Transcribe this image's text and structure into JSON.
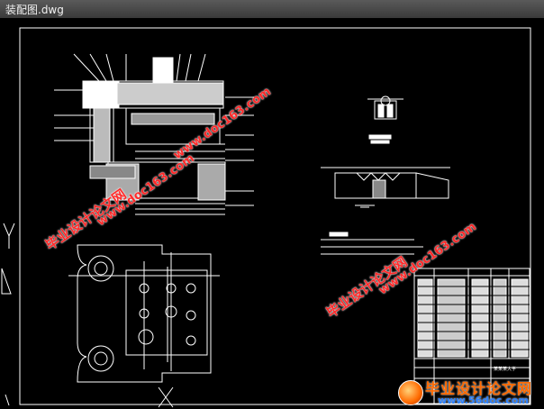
{
  "window": {
    "title": "装配图.dwg"
  },
  "watermarks": {
    "cn": "毕业设计论文网",
    "url": "www.doc163.com"
  },
  "brand": {
    "cn": "毕业设计论文网",
    "url": "www.56doc.com"
  },
  "title_block": {
    "school": "某某某大学"
  },
  "colors": {
    "background": "#000000",
    "lines": "#ffffff",
    "watermark": "#ff2a2a",
    "brand_orange": "#ff6a00",
    "brand_blue": "#2a80ff"
  }
}
